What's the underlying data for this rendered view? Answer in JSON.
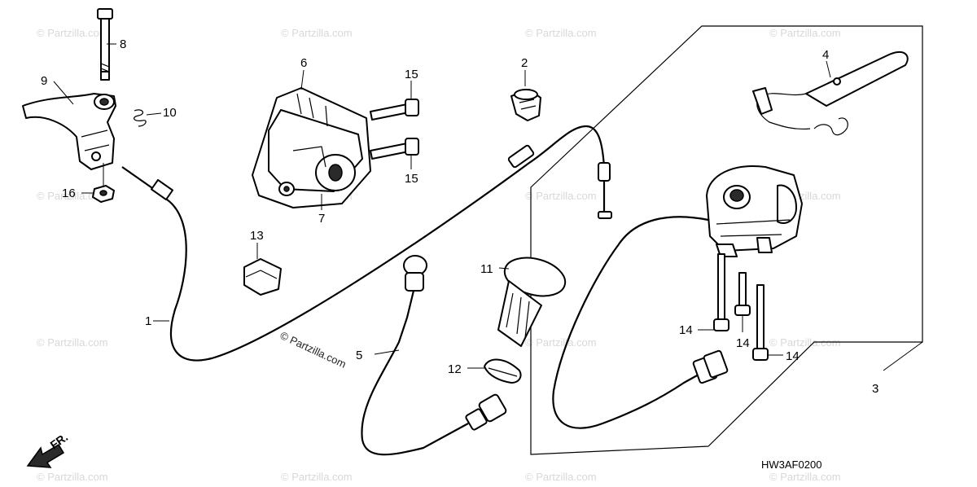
{
  "diagram": {
    "watermark_text": "© Partzilla.com",
    "brand_text": "© Partzilla.com",
    "drawing_code": "HW3AF0200",
    "direction_label": "FR.",
    "callouts": [
      "1",
      "2",
      "3",
      "4",
      "5",
      "6",
      "7",
      "8",
      "9",
      "10",
      "11",
      "12",
      "13",
      "14",
      "14",
      "14",
      "15",
      "15",
      "16"
    ]
  }
}
